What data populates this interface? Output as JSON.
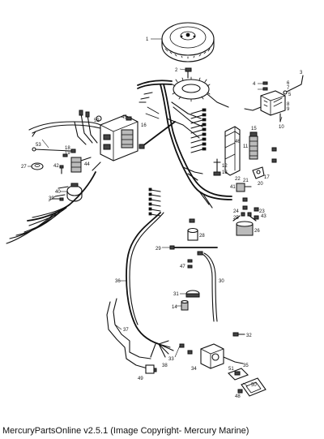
{
  "caption": "MercuryPartsOnline v2.5.1 (Image Copyright- Mercury Marine)",
  "callouts": {
    "c1": "1",
    "c2": "2",
    "c3": "3",
    "c4": "4",
    "c5": "5",
    "c6": "6",
    "c7": "7",
    "c8": "8",
    "c9": "9",
    "c10": "10",
    "c11": "11",
    "c12": "12",
    "c13": "13",
    "c14": "14",
    "c15": "15",
    "c16": "16",
    "c17": "17",
    "c18": "18",
    "c19": "19",
    "c20": "20",
    "c21": "21",
    "c22": "22",
    "c23": "23",
    "c24": "24",
    "c25": "25",
    "c26": "26",
    "c27": "27",
    "c28": "28",
    "c29": "29",
    "c30": "30",
    "c31": "31",
    "c32": "32",
    "c33": "33",
    "c34": "34",
    "c35": "35",
    "c36": "36",
    "c37": "37",
    "c38": "38",
    "c39": "39",
    "c40": "40",
    "c41": "41",
    "c42": "42",
    "c43": "43",
    "c44": "44",
    "c45": "45",
    "c46": "46",
    "c47": "47",
    "c48": "48",
    "c49": "49",
    "c50": "50",
    "c51": "51",
    "c52": "52",
    "c53": "53"
  }
}
